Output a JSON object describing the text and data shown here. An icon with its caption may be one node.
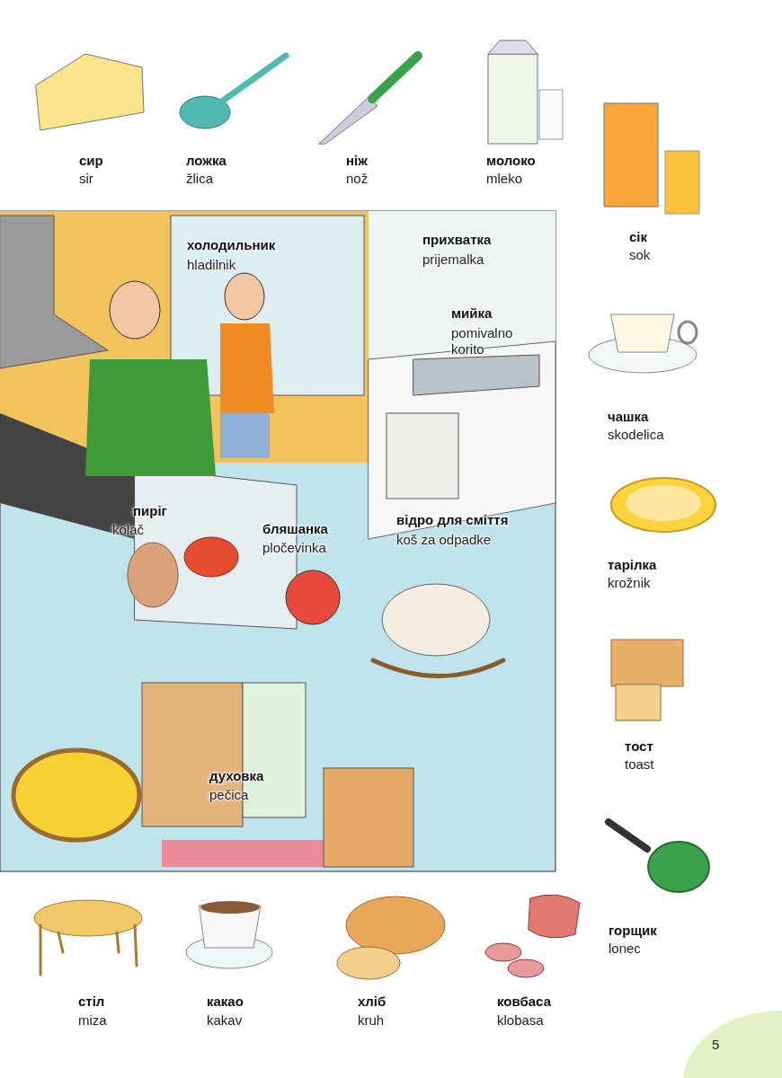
{
  "diagram": {
    "labels": [
      "сир",
      "sir",
      "ложка",
      "žlica",
      "ніж",
      "nož",
      "молоко",
      "mleko",
      "сік",
      "sok",
      "холодильник",
      "hladilnik",
      "прихватка",
      "prijemalka",
      "мийка",
      "pomivalno korito",
      "чашка",
      "skodelica",
      "пиріг",
      "kolač",
      "бляшанка",
      "pločevinka",
      "відро для сміття",
      "koš za odpadke",
      "тарілка",
      "krožnik",
      "тост",
      "toast",
      "духовка",
      "pečica",
      "горщик",
      "lonec",
      "стіл",
      "miza",
      "какао",
      "kakav",
      "хліб",
      "kruh",
      "ковбаса",
      "klobasa",
      "5"
    ]
  }
}
